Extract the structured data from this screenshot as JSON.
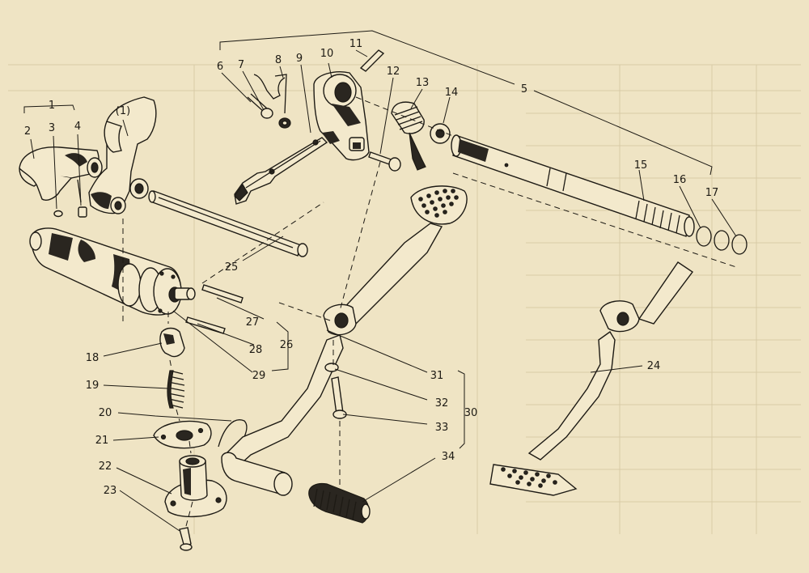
{
  "callouts": [
    {
      "id": "c1",
      "text": "1"
    },
    {
      "id": "c1b",
      "text": "(1)"
    },
    {
      "id": "c2",
      "text": "2"
    },
    {
      "id": "c3",
      "text": "3"
    },
    {
      "id": "c4",
      "text": "4"
    },
    {
      "id": "c5",
      "text": "5"
    },
    {
      "id": "c6",
      "text": "6"
    },
    {
      "id": "c7",
      "text": "7"
    },
    {
      "id": "c8",
      "text": "8"
    },
    {
      "id": "c9",
      "text": "9"
    },
    {
      "id": "c10",
      "text": "10"
    },
    {
      "id": "c11",
      "text": "11"
    },
    {
      "id": "c12",
      "text": "12"
    },
    {
      "id": "c13",
      "text": "13"
    },
    {
      "id": "c14",
      "text": "14"
    },
    {
      "id": "c15",
      "text": "15"
    },
    {
      "id": "c16",
      "text": "16"
    },
    {
      "id": "c17",
      "text": "17"
    },
    {
      "id": "c18",
      "text": "18"
    },
    {
      "id": "c19",
      "text": "19"
    },
    {
      "id": "c20",
      "text": "20"
    },
    {
      "id": "c21",
      "text": "21"
    },
    {
      "id": "c22",
      "text": "22"
    },
    {
      "id": "c23",
      "text": "23"
    },
    {
      "id": "c24",
      "text": "24"
    },
    {
      "id": "c25",
      "text": "25"
    },
    {
      "id": "c26",
      "text": "26"
    },
    {
      "id": "c27",
      "text": "27"
    },
    {
      "id": "c28",
      "text": "28"
    },
    {
      "id": "c29",
      "text": "29"
    },
    {
      "id": "c30",
      "text": "30"
    },
    {
      "id": "c31",
      "text": "31"
    },
    {
      "id": "c32",
      "text": "32"
    },
    {
      "id": "c33",
      "text": "33"
    },
    {
      "id": "c34",
      "text": "34"
    }
  ]
}
